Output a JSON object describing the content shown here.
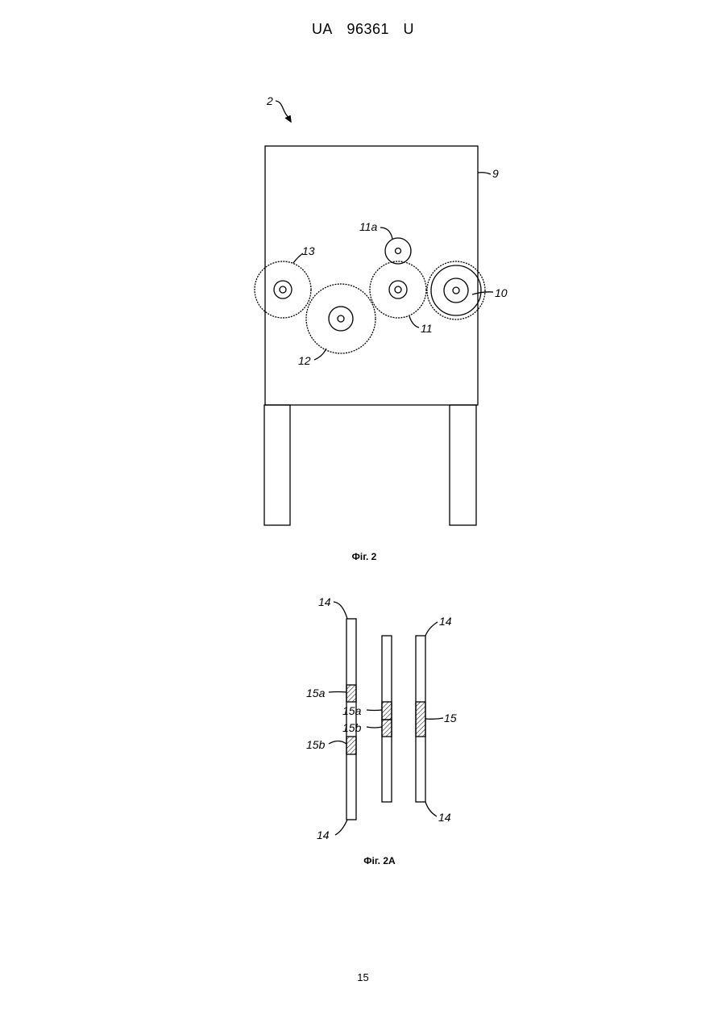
{
  "header": {
    "country": "UA",
    "number": "96361",
    "kind": "U"
  },
  "figure2": {
    "caption": "Фіг. 2",
    "labels": {
      "apparatus": "2",
      "housing": "9",
      "roller_10": "10",
      "roller_11": "11",
      "roller_11a": "11a",
      "roller_12": "12",
      "roller_13": "13"
    }
  },
  "figure2a": {
    "caption": "Фіг. 2А",
    "labels": {
      "strip_top_left": "14",
      "strip_bottom_left": "14",
      "strip_top_right": "14",
      "strip_bottom_right": "14",
      "joint_15a_left": "15a",
      "joint_15b_left": "15b",
      "joint_15a_mid": "15a",
      "joint_15b_mid": "15b",
      "joint_15": "15"
    }
  },
  "footer": {
    "page_number": "15"
  }
}
